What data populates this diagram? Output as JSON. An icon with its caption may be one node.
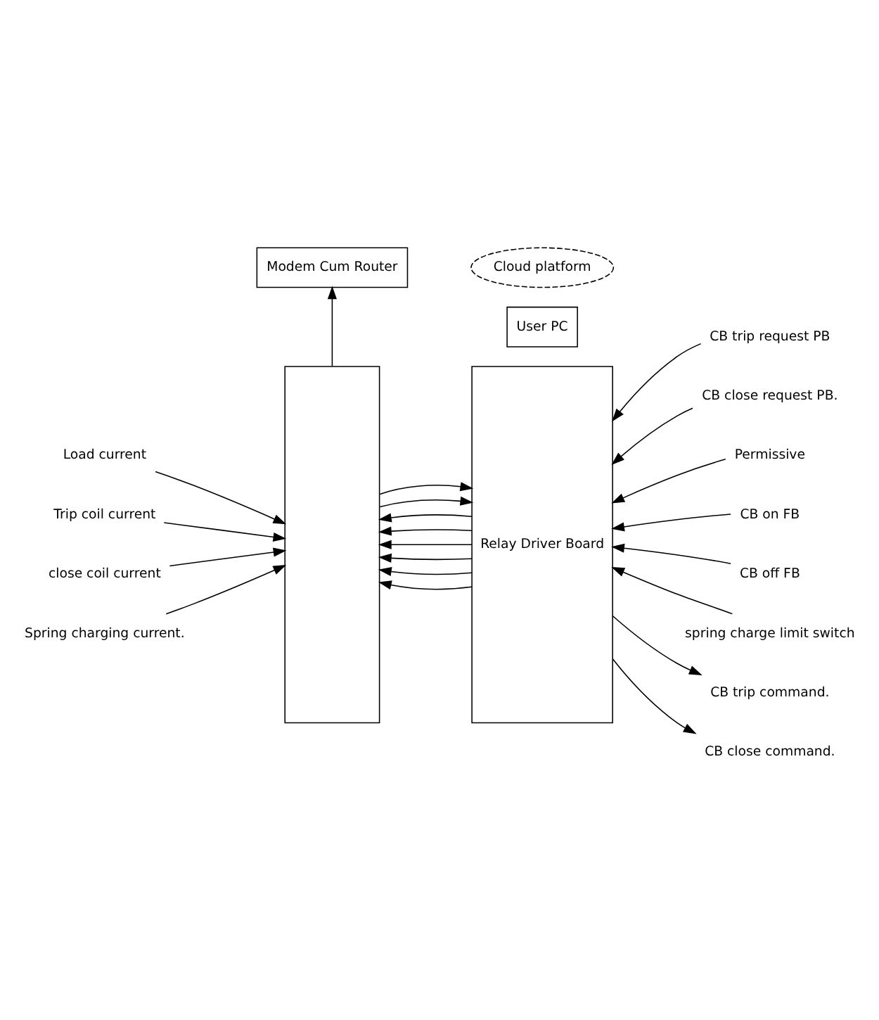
{
  "diagram": {
    "nodes": [
      {
        "text": [
          "Modem Cum Router"
        ]
      },
      {
        "text": [
          "Cloud platform"
        ]
      },
      {
        "text": [
          "User PC"
        ]
      },
      {
        "text": [],
        "shape": "box"
      },
      {
        "text": [
          "Relay Driver Board"
        ]
      },
      {
        "text": [
          "Load current"
        ]
      },
      {
        "text": [
          "Trip coil current"
        ]
      },
      {
        "text": [
          "close coil current"
        ]
      },
      {
        "text": [
          "Spring charging current."
        ]
      },
      {
        "text": [
          "CB trip request PB"
        ]
      },
      {
        "text": [
          "CB close request PB."
        ]
      },
      {
        "text": [
          "Permissive"
        ]
      },
      {
        "text": [
          "CB on FB"
        ]
      },
      {
        "text": [
          "CB off FB"
        ]
      },
      {
        "text": [
          "spring charge limit switch"
        ]
      },
      {
        "text": [
          "CB trip command."
        ]
      },
      {
        "text": [
          "CB close command."
        ]
      }
    ],
    "edges": [
      {
        "from": 3,
        "to": 0,
        "arrow": "to"
      },
      {
        "from": 5,
        "to": 3,
        "arrow": "to"
      },
      {
        "from": 6,
        "to": 3,
        "arrow": "to"
      },
      {
        "from": 7,
        "to": 3,
        "arrow": "to"
      },
      {
        "from": 8,
        "to": 3,
        "arrow": "to"
      },
      {
        "from": 4,
        "to": 3,
        "arrow": "to"
      },
      {
        "from": 4,
        "to": 3,
        "arrow": "to"
      },
      {
        "from": 4,
        "to": 3,
        "arrow": "to"
      },
      {
        "from": 4,
        "to": 3,
        "arrow": "to"
      },
      {
        "from": 4,
        "to": 3,
        "arrow": "to"
      },
      {
        "from": 4,
        "to": 3,
        "arrow": "to"
      },
      {
        "from": 3,
        "to": 4,
        "arrow": "to"
      },
      {
        "from": 3,
        "to": 4,
        "arrow": "to"
      },
      {
        "from": 9,
        "to": 4,
        "arrow": "to"
      },
      {
        "from": 10,
        "to": 4,
        "arrow": "to"
      },
      {
        "from": 11,
        "to": 4,
        "arrow": "to"
      },
      {
        "from": 12,
        "to": 4,
        "arrow": "to"
      },
      {
        "from": 13,
        "to": 4,
        "arrow": "to"
      },
      {
        "from": 14,
        "to": 4,
        "arrow": "to"
      },
      {
        "from": 4,
        "to": 15,
        "arrow": "to"
      },
      {
        "from": 4,
        "to": 16,
        "arrow": "to"
      }
    ]
  }
}
